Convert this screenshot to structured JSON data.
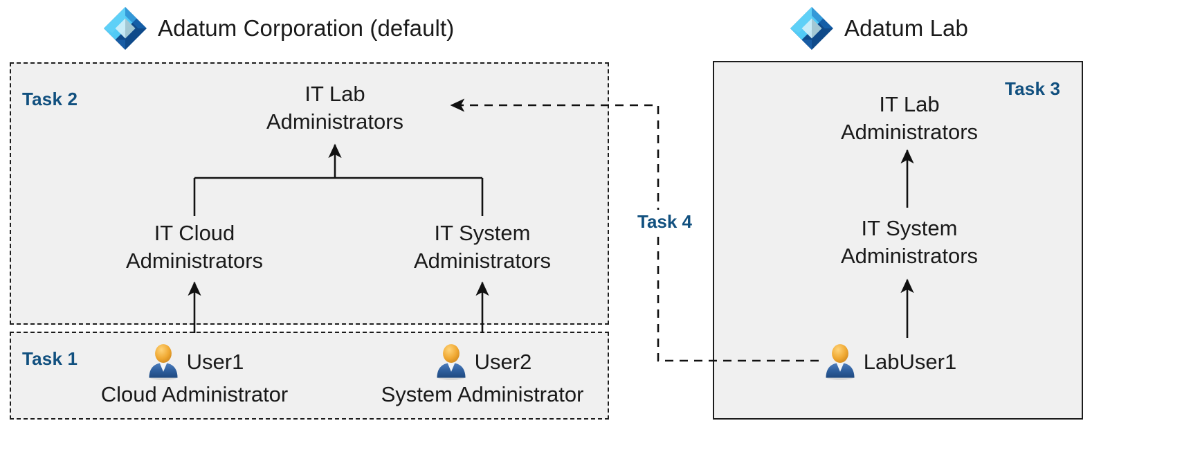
{
  "diagram": {
    "title_left": "Adatum Corporation (default)",
    "title_right": "Adatum Lab",
    "icon_left": "azure-ad-diamond-icon",
    "icon_right": "azure-ad-diamond-icon",
    "accent_color": "#11507f",
    "region_fill": "#f0f0f0",
    "line_color": "#111111"
  },
  "tenants": [
    {
      "name": "Adatum Corporation (default)"
    },
    {
      "name": "Adatum Lab"
    }
  ],
  "regions": {
    "task1": {
      "label": "Task 1",
      "border": "dashed"
    },
    "task2": {
      "label": "Task 2",
      "border": "dashed"
    },
    "task3": {
      "label": "Task 3",
      "border": "solid"
    },
    "task4": {
      "label": "Task 4",
      "border": "dashed-connector"
    }
  },
  "groups": {
    "corp_it_lab_admins": "IT Lab\nAdministrators",
    "corp_it_cloud_admins": "IT Cloud\nAdministrators",
    "corp_it_system_admins": "IT System\nAdministrators",
    "lab_it_lab_admins": "IT Lab\nAdministrators",
    "lab_it_system_admins": "IT System\nAdministrators"
  },
  "users": [
    {
      "name": "User1",
      "role": "Cloud Administrator",
      "icon": "user-icon"
    },
    {
      "name": "User2",
      "role": "System Administrator",
      "icon": "user-icon"
    },
    {
      "name": "LabUser1",
      "role": "",
      "icon": "user-icon"
    }
  ]
}
